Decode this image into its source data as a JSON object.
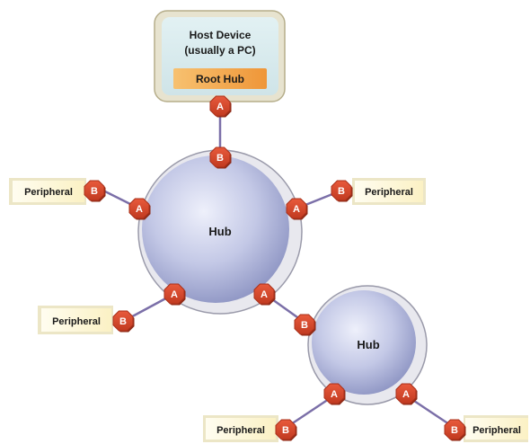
{
  "host": {
    "title_line1": "Host Device",
    "title_line2": "(usually a PC)",
    "root_hub": "Root Hub"
  },
  "hubs": [
    {
      "label": "Hub"
    },
    {
      "label": "Hub"
    }
  ],
  "peripheral_label": "Peripheral",
  "connector_a": "A",
  "connector_b": "B",
  "colors": {
    "line": "#7b6fa8",
    "plug": "#d9472b",
    "hub_fill": "#c3c8e6",
    "host_fill": "#dcecef",
    "root_hub_fill": "#f2a44c",
    "peripheral_fill": "#fdf7d8"
  }
}
